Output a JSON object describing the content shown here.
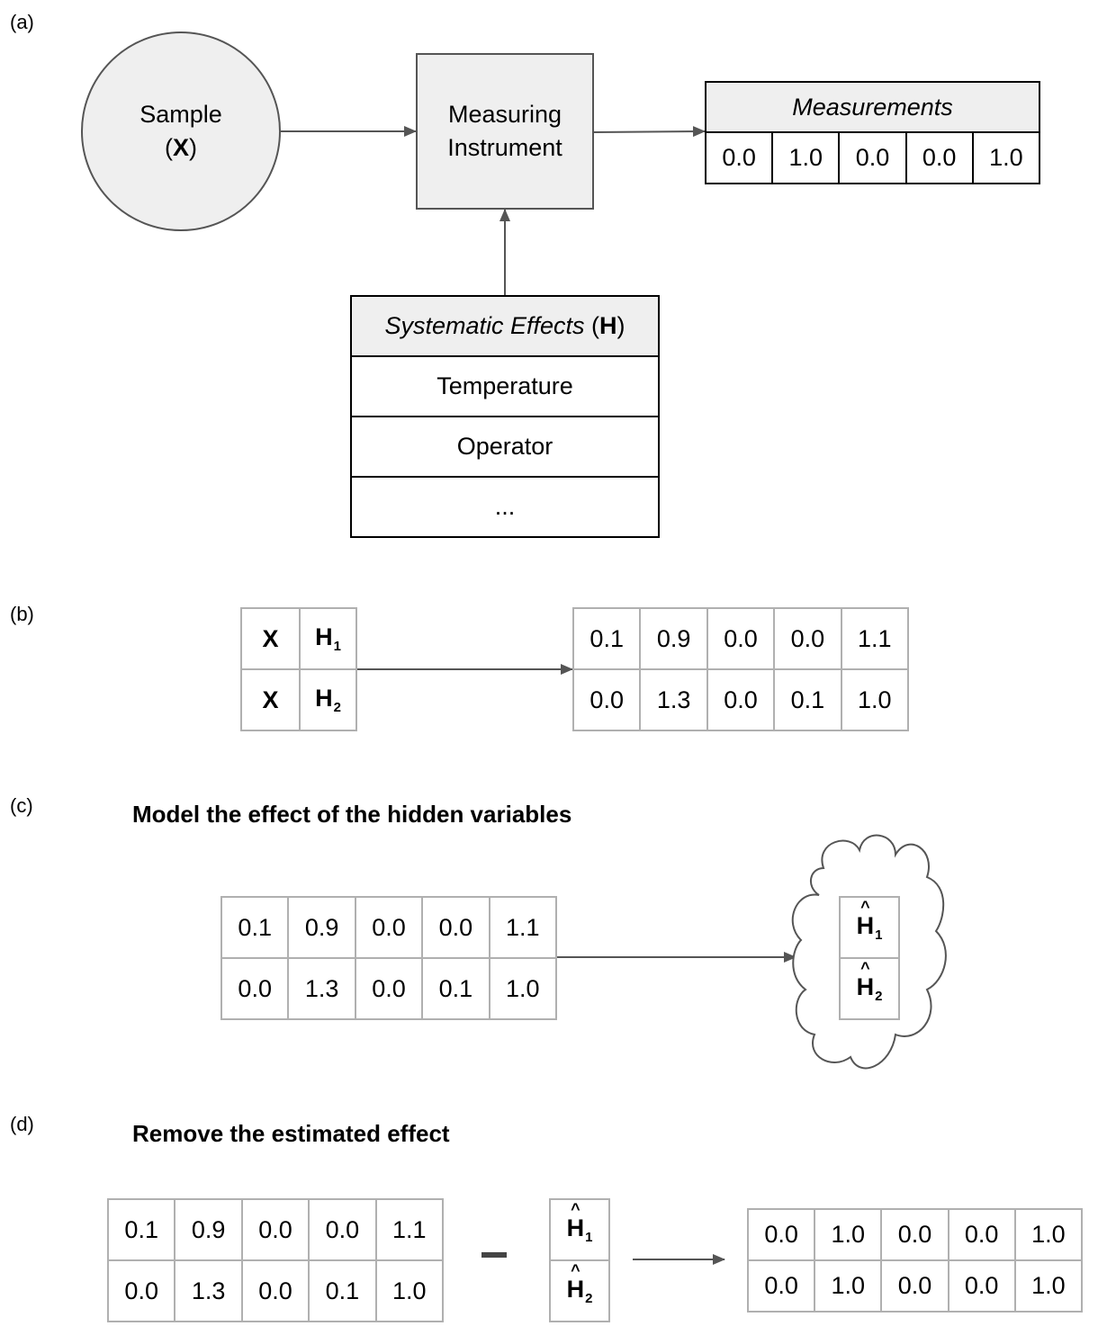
{
  "panel_labels": {
    "a": "(a)",
    "b": "(b)",
    "c": "(c)",
    "d": "(d)"
  },
  "panel_a": {
    "sample": {
      "label": "Sample",
      "symbol": "X"
    },
    "instrument": {
      "line1": "Measuring",
      "line2": "Instrument"
    },
    "measurements": {
      "header": "Measurements",
      "values": [
        "0.0",
        "1.0",
        "0.0",
        "0.0",
        "1.0"
      ]
    },
    "systematic_effects": {
      "header_italic": "Systematic Effects",
      "header_symbol": "H",
      "items": [
        "Temperature",
        "Operator",
        "..."
      ]
    }
  },
  "panel_b": {
    "inputs": [
      {
        "x": "X",
        "h": "H",
        "sub": "1"
      },
      {
        "x": "X",
        "h": "H",
        "sub": "2"
      }
    ],
    "outputs": [
      [
        "0.1",
        "0.9",
        "0.0",
        "0.0",
        "1.1"
      ],
      [
        "0.0",
        "1.3",
        "0.0",
        "0.1",
        "1.0"
      ]
    ]
  },
  "panel_c": {
    "heading": "Model the effect of the hidden variables",
    "matrix": [
      [
        "0.1",
        "0.9",
        "0.0",
        "0.0",
        "1.1"
      ],
      [
        "0.0",
        "1.3",
        "0.0",
        "0.1",
        "1.0"
      ]
    ],
    "estimates": [
      {
        "h": "H",
        "sub": "1"
      },
      {
        "h": "H",
        "sub": "2"
      }
    ]
  },
  "panel_d": {
    "heading": "Remove the estimated effect",
    "matrix": [
      [
        "0.1",
        "0.9",
        "0.0",
        "0.0",
        "1.1"
      ],
      [
        "0.0",
        "1.3",
        "0.0",
        "0.1",
        "1.0"
      ]
    ],
    "estimates": [
      {
        "h": "H",
        "sub": "1"
      },
      {
        "h": "H",
        "sub": "2"
      }
    ],
    "result": [
      [
        "0.0",
        "1.0",
        "0.0",
        "0.0",
        "1.0"
      ],
      [
        "0.0",
        "1.0",
        "0.0",
        "0.0",
        "1.0"
      ]
    ]
  },
  "colors": {
    "node_fill": "#efefef",
    "node_border": "#555555",
    "arrow": "#555555",
    "grid_border": "#b0b0b0"
  }
}
